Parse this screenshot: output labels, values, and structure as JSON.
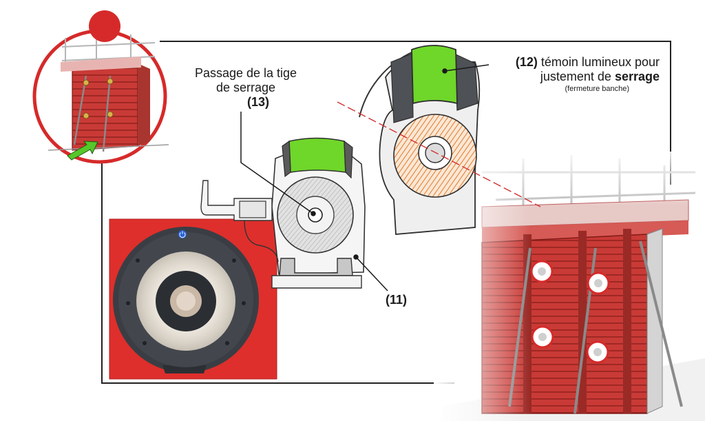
{
  "labels": {
    "passage": {
      "line1": "Passage de la tige",
      "line2": "de serrage",
      "number": "(13)"
    },
    "temoin": {
      "number": "(12)",
      "text1": "témoin lumineux pour",
      "text2": "justement de",
      "text2_bold": "serrage",
      "note": "(fermeture banche)"
    },
    "housing": {
      "number": "(11)"
    }
  },
  "colors": {
    "accent_red": "#d62a2a",
    "formwork_red": "#c93a36",
    "indicator_green": "#6fd62a",
    "sketch_orange": "#e07a2c",
    "frame_line": "#222222",
    "guide_dash": "#d23030"
  },
  "icons": {
    "power": "power-icon",
    "arrow": "green-arrow-icon"
  }
}
